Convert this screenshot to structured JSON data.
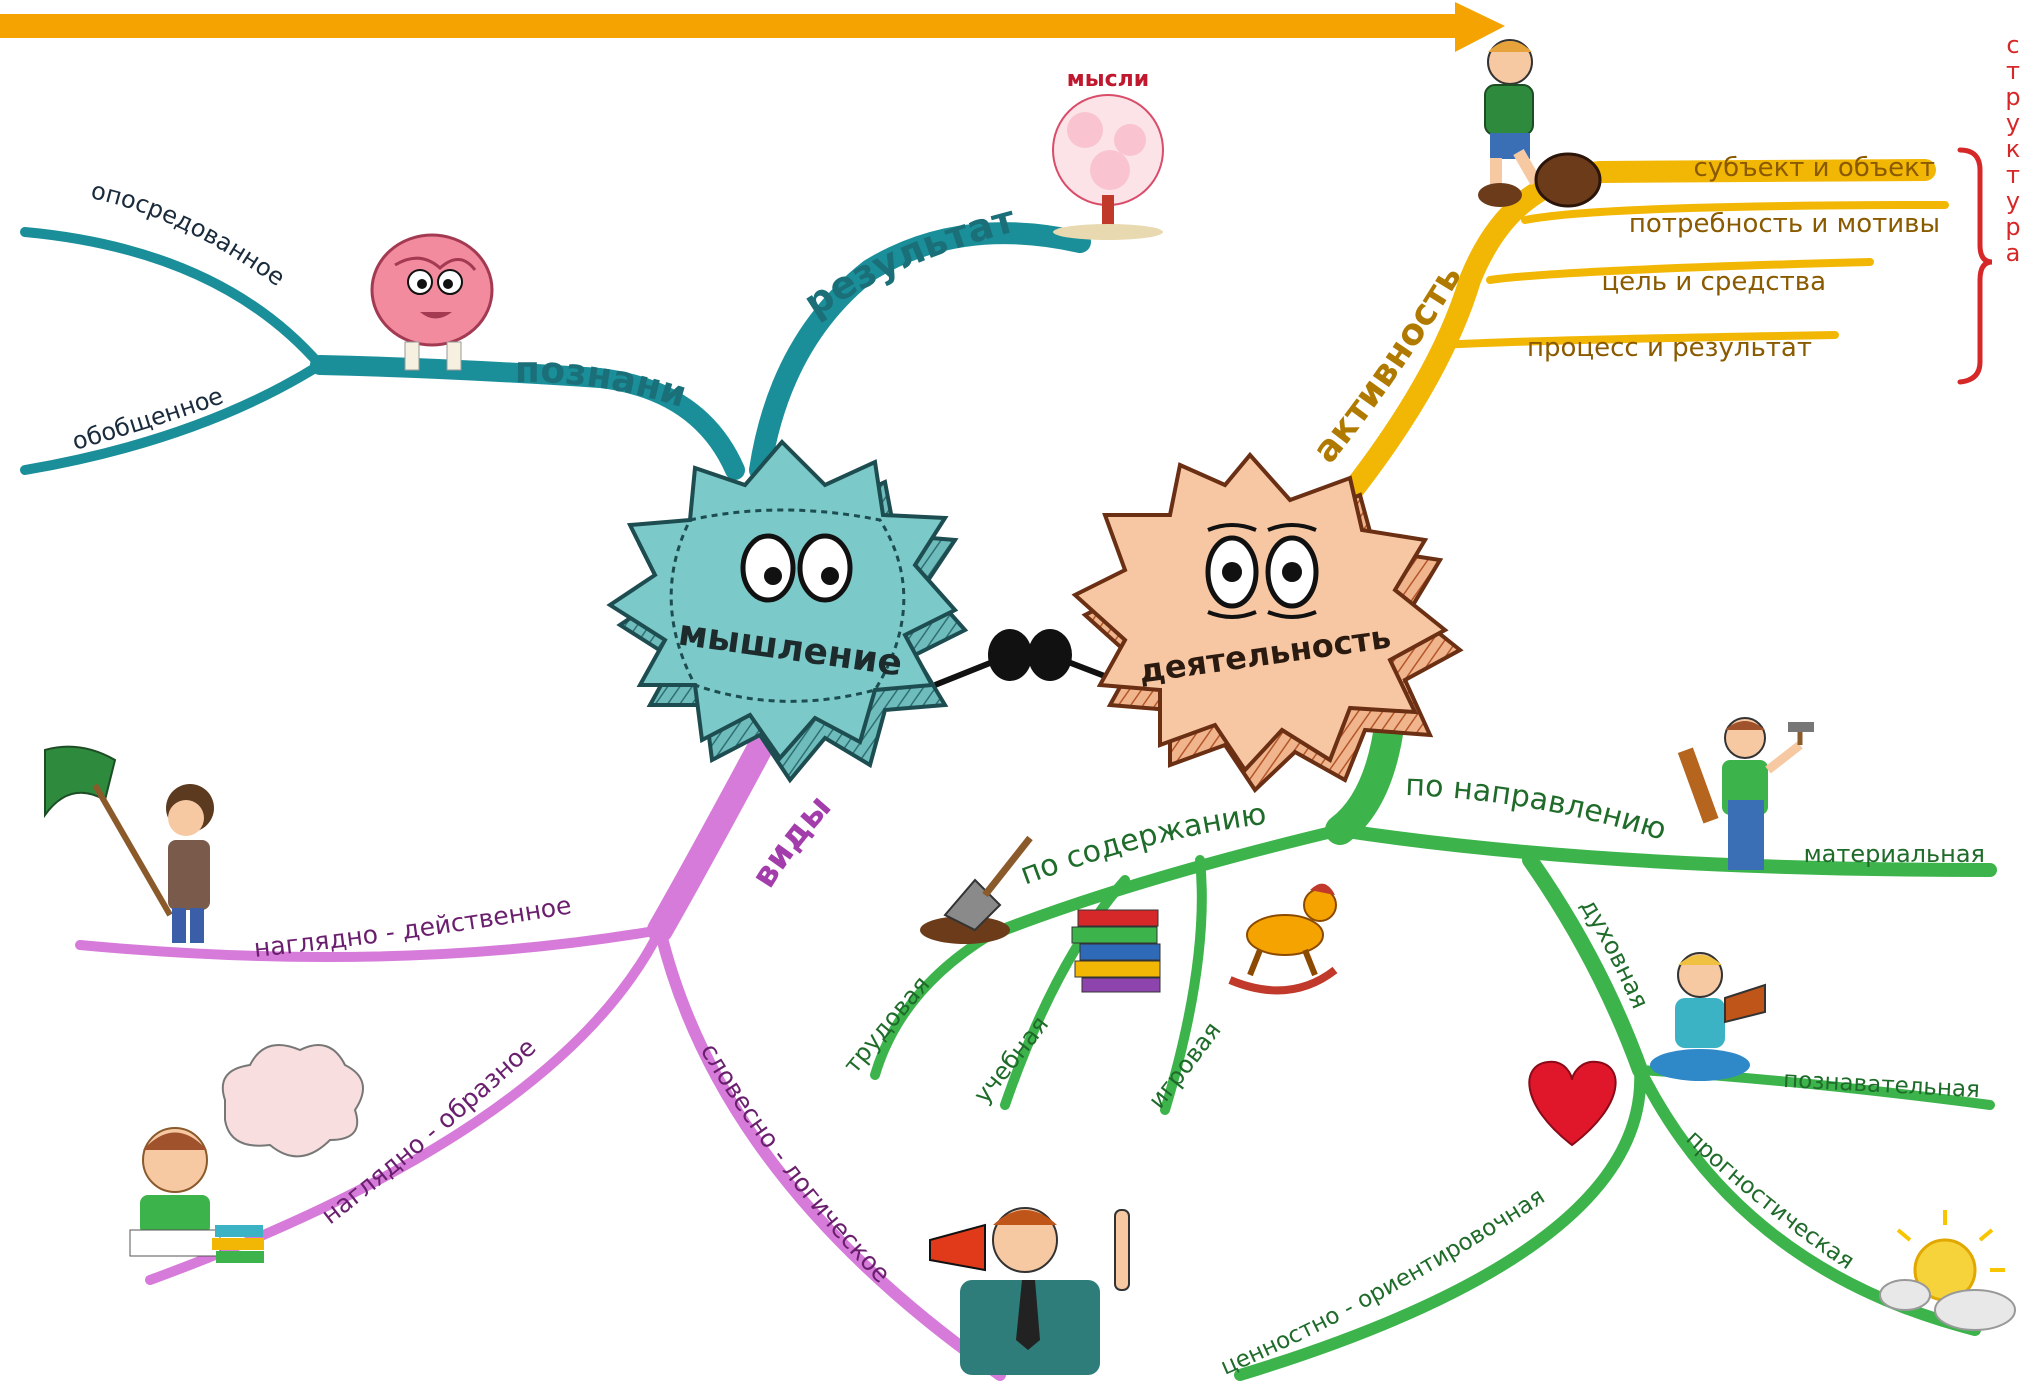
{
  "colors": {
    "cognition_branch": "#1a8f9a",
    "activity_branch": "#f2b705",
    "types_branch": "#d67bd9",
    "activity_types_branch": "#3cb44b",
    "structure_bracket": "#d62828",
    "top_arrow": "#f5a300",
    "thinking_node": "#7cc9c9",
    "activity_node": "#f7c7a3"
  },
  "center": {
    "thinking": "мышление",
    "activity": "деятельность"
  },
  "thinking": {
    "cognition": {
      "label": "познание",
      "mediated": "опосредованное",
      "generalized": "обобщенное"
    },
    "result": {
      "label": "результат",
      "thoughts_caption": "мысли"
    },
    "types": {
      "label": "виды",
      "visual_action": "наглядно - действенное",
      "visual_figurative": "наглядно - образное",
      "verbal_logical": "словесно - логическое"
    }
  },
  "activity": {
    "activeness": {
      "label": "активность",
      "structure_items": [
        "субъект и объект",
        "потребность и мотивы",
        "цель и средства",
        "процесс и результат"
      ],
      "structure_label": "структура"
    },
    "by_content": {
      "label": "по содержанию",
      "labor": "трудовая",
      "learning": "учебная",
      "play": "игровая"
    },
    "by_direction": {
      "label": "по направлению",
      "material": "материальная",
      "spiritual": {
        "label": "духовная",
        "cognitive": "познавательная",
        "prognostic": "прогностическая",
        "value_oriented": "ценностно - ориентировочная"
      }
    }
  }
}
